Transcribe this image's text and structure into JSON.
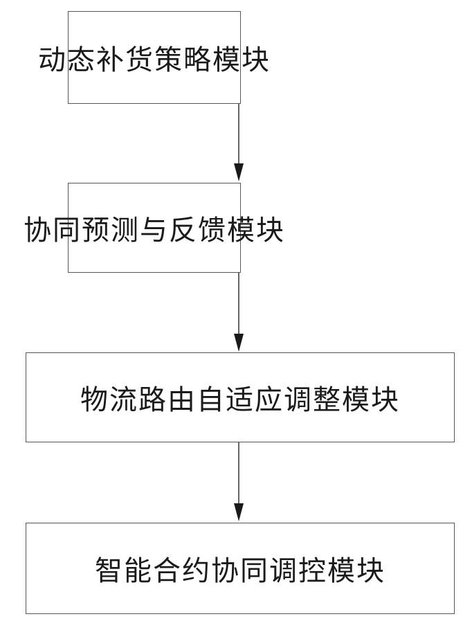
{
  "diagram": {
    "nodes": [
      {
        "id": "n1",
        "label": "动态补货策略模块"
      },
      {
        "id": "n2",
        "label": "协同预测与反馈模块"
      },
      {
        "id": "n3",
        "label": "物流路由自适应调整模块"
      },
      {
        "id": "n4",
        "label": "智能合约协同调控模块"
      }
    ],
    "edges": [
      {
        "from": "n1",
        "to": "n2"
      },
      {
        "from": "n2",
        "to": "n3"
      },
      {
        "from": "n3",
        "to": "n4"
      }
    ],
    "colors": {
      "line": "#333333",
      "border": "#555555",
      "text": "#1a1a1a",
      "background": "#ffffff"
    }
  }
}
